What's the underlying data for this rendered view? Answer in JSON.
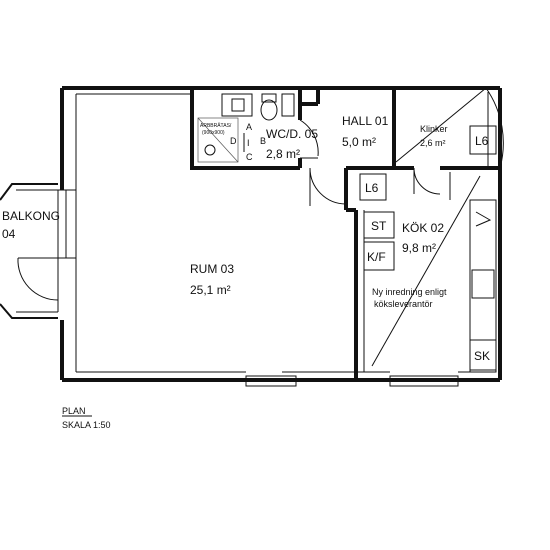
{
  "rooms": {
    "balkong": {
      "name": "BALKONG",
      "number": "04"
    },
    "wc": {
      "name": "WC/D. 05",
      "area": "2,8 m²"
    },
    "hall": {
      "name": "HALL 01",
      "area": "5,0 m²"
    },
    "klinker": {
      "name": "Klinker",
      "area": "2,6 m²"
    },
    "rum": {
      "name": "RUM 03",
      "area": "25,1 m²"
    },
    "kok": {
      "name": "KÖK 02",
      "area": "9,8 m²"
    }
  },
  "fixtures": {
    "l6_hall": "L6",
    "l6_kitchen": "L6",
    "st": "ST",
    "kf": "K/F",
    "sk": "SK",
    "bath_a": "A",
    "bath_b": "B",
    "bath_c": "C",
    "bath_d": "D",
    "bath_i": "I",
    "shower_text_1": "ARBBRÄTAS/",
    "shower_text_2": "(900x900)"
  },
  "notes": {
    "line1": "Ny inredning enligt",
    "line2": "köksleverantör"
  },
  "footer": {
    "plan": "PLAN",
    "scale": "SKALA 1:50"
  }
}
